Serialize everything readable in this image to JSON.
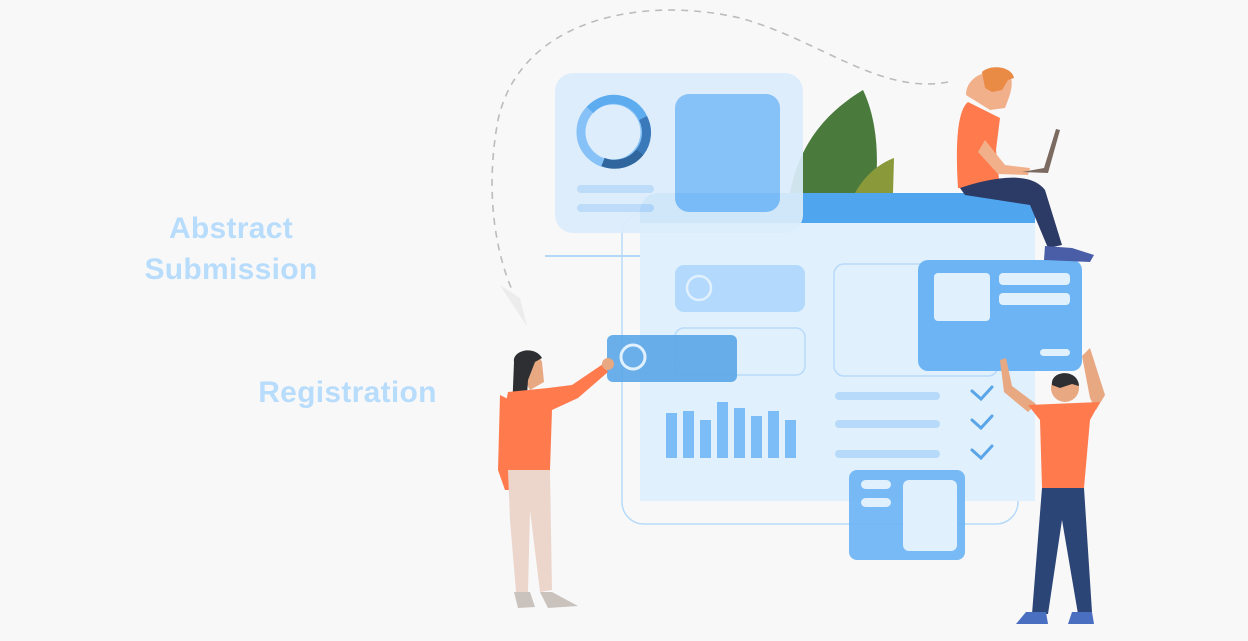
{
  "labels": {
    "abstract_submission": "Abstract\nSubmission",
    "abstract_line1": "Abstract",
    "abstract_line2": "Submission",
    "registration": "Registration"
  },
  "colors": {
    "background": "#f8f8f9",
    "label_text": "#b8dcfb",
    "panel_light": "#e1f0fd",
    "panel_header": "#4fa6ef",
    "card_blue": "#6cb4f4",
    "bar_blue": "#7dbdf7",
    "check_blue": "#5aa5e8",
    "shirt_orange": "#ff7a4d",
    "pants_navy": "#2c3a66",
    "leaf_green": "#4a7a3c",
    "leaf_olive": "#8a9a3a"
  },
  "illustration": {
    "bar_chart_values": [
      48,
      52,
      42,
      62,
      56,
      48,
      52,
      42
    ],
    "checklist_items": 3,
    "donut_segments": [
      "#4fa6ef",
      "#2a6fb5",
      "#1e5a96",
      "#7dbdf7"
    ]
  }
}
